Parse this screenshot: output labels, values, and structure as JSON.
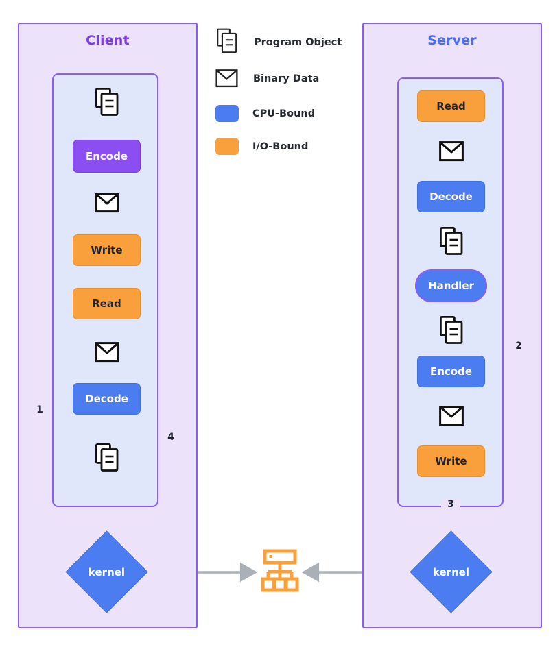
{
  "diagram": {
    "title_client": "Client",
    "title_server": "Server",
    "colors": {
      "cpu_bound": "#4c7df0",
      "io_bound": "#f9a03c",
      "client_accent": "#7c3aed",
      "server_accent": "#4a6cf7",
      "container_bg": "#ece3fb",
      "inner_bg": "#e0e7fb",
      "border_purple": "#8b5cf6",
      "flow_arrow": "#9aa0aa",
      "path_orange": "#f0973a",
      "path_red": "#ef5d5d",
      "net_arrow": "#aab0b8"
    }
  },
  "legend": {
    "items": [
      {
        "icon": "program-object-icon",
        "label": "Program Object",
        "kind": "icon"
      },
      {
        "icon": "binary-data-icon",
        "label": "Binary Data",
        "kind": "icon"
      },
      {
        "icon": "cpu-bound-swatch",
        "label": "CPU-Bound",
        "kind": "swatch",
        "color": "#4c7df0"
      },
      {
        "icon": "io-bound-swatch",
        "label": "I/O-Bound",
        "kind": "swatch",
        "color": "#f9a03c"
      }
    ]
  },
  "client": {
    "title": "Client",
    "steps": [
      {
        "name": "program-object",
        "type": "icon-program-object",
        "label": ""
      },
      {
        "name": "encode",
        "type": "encode-client",
        "label": "Encode"
      },
      {
        "name": "binary-data",
        "type": "icon-binary-data",
        "label": ""
      },
      {
        "name": "write",
        "type": "io",
        "label": "Write"
      },
      {
        "name": "read",
        "type": "io",
        "label": "Read"
      },
      {
        "name": "binary-data-2",
        "type": "icon-binary-data",
        "label": ""
      },
      {
        "name": "decode",
        "type": "cpu",
        "label": "Decode"
      },
      {
        "name": "program-object-2",
        "type": "icon-program-object",
        "label": ""
      }
    ],
    "kernel_label": "kernel"
  },
  "server": {
    "title": "Server",
    "steps": [
      {
        "name": "read",
        "type": "io",
        "label": "Read"
      },
      {
        "name": "binary-data",
        "type": "icon-binary-data",
        "label": ""
      },
      {
        "name": "decode",
        "type": "cpu",
        "label": "Decode"
      },
      {
        "name": "program-object",
        "type": "icon-program-object",
        "label": ""
      },
      {
        "name": "handler",
        "type": "pill",
        "label": "Handler"
      },
      {
        "name": "program-object-2",
        "type": "icon-program-object",
        "label": ""
      },
      {
        "name": "encode",
        "type": "cpu",
        "label": "Encode"
      },
      {
        "name": "binary-data-2",
        "type": "icon-binary-data",
        "label": ""
      },
      {
        "name": "write",
        "type": "io",
        "label": "Write"
      }
    ],
    "kernel_label": "kernel"
  },
  "network": {
    "icon": "sitemap-icon"
  },
  "path_labels": {
    "one": "1",
    "two": "2",
    "three": "3",
    "four": "4"
  }
}
